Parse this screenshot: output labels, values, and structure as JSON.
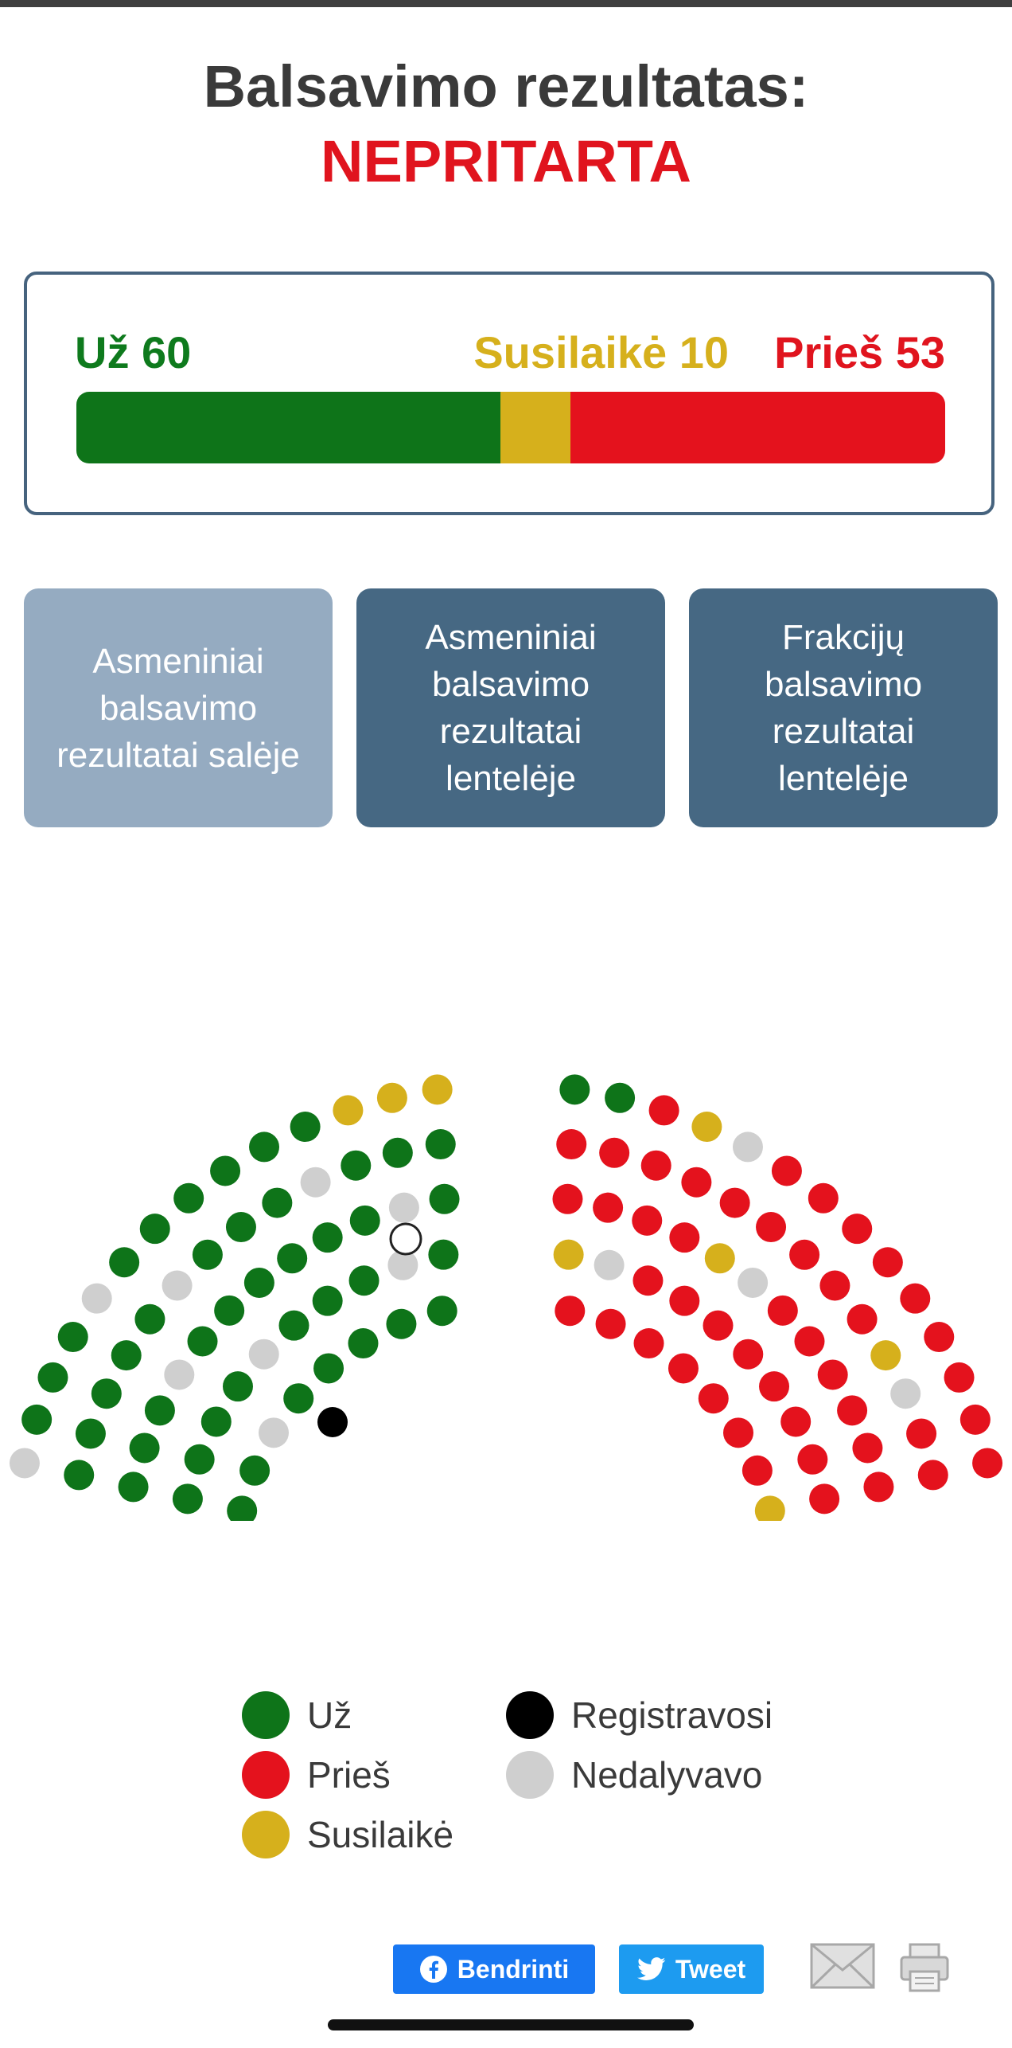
{
  "title": {
    "prefix": "Balsavimo rezultatas:",
    "result": "NEPRITARTA"
  },
  "summary": {
    "for_label": "Už 60",
    "abstained_label": "Susilaikė 10",
    "against_label": "Prieš 53",
    "for": 60,
    "abstained": 10,
    "against": 53
  },
  "buttons": {
    "hall": "Asmeniniai balsavimo rezultatai salėje",
    "table": "Asmeniniai balsavimo rezultatai lentelėje",
    "factions": "Frakcijų balsavimo rezultatai lentelėje"
  },
  "legend": {
    "for": "Už",
    "against": "Prieš",
    "abstained": "Susilaikė",
    "registered": "Registravosi",
    "absent": "Nedalyvavo"
  },
  "share": {
    "facebook": "Bendrinti",
    "twitter": "Tweet"
  },
  "colors": {
    "for": "#0e7419",
    "against": "#e4121d",
    "abstained": "#d6b01c",
    "registered": "#000000",
    "absent": "#cfcfcf",
    "accent": "#46637e"
  },
  "icons": [
    "facebook-icon",
    "twitter-icon",
    "mail-icon",
    "print-icon"
  ]
}
